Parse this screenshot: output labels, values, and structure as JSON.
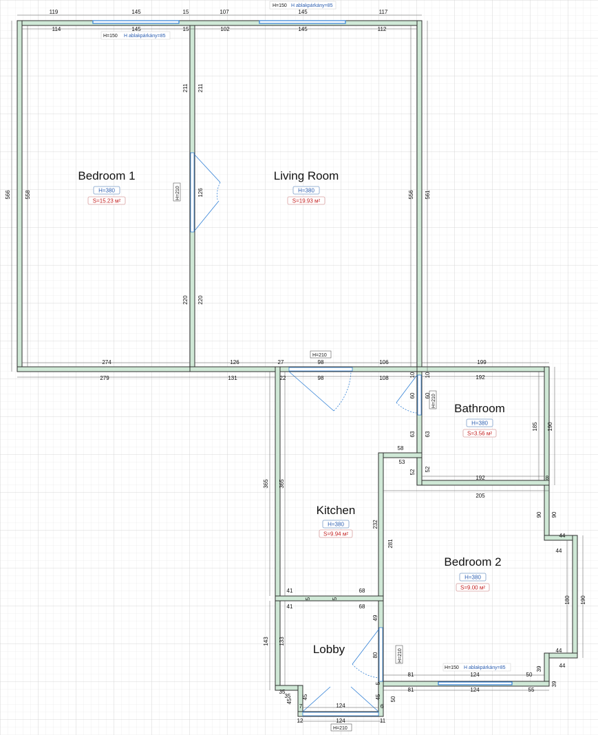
{
  "rooms": {
    "bedroom1": {
      "name": "Bedroom 1",
      "height": "H=380",
      "area": "S=15.23 м²"
    },
    "living": {
      "name": "Living Room",
      "height": "H=380",
      "area": "S=19.93 м²"
    },
    "bathroom": {
      "name": "Bathroom",
      "height": "H=380",
      "area": "S=3.56 м²"
    },
    "kitchen": {
      "name": "Kitchen",
      "height": "H=380",
      "area": "S=9.94 м²"
    },
    "bedroom2": {
      "name": "Bedroom 2",
      "height": "H=380",
      "area": "S=9.00 м²"
    },
    "lobby": {
      "name": "Lobby"
    }
  },
  "windows": {
    "top_h": "H=150",
    "top_sill": "H ablakpárkány=85",
    "bed1_h": "H=150",
    "bed1_sill": "H ablakpárkány=85",
    "bed2_h": "H=150",
    "bed2_sill": "H ablakpárkány=85"
  },
  "doors": {
    "bed1_living": "H=210",
    "living_kitchen": "H=210",
    "bathroom": "H=210",
    "bedroom2": "H=210",
    "entrance": "H=210"
  },
  "dims": {
    "top_outer": [
      "119",
      "145",
      "15",
      "107",
      "145",
      "117"
    ],
    "top_inner": [
      "114",
      "145",
      "15",
      "102",
      "145",
      "112"
    ],
    "left_outer": "566",
    "left_inner": "558",
    "partition_upper": [
      "211",
      "211"
    ],
    "partition_door": "126",
    "partition_lower": [
      "220",
      "220"
    ],
    "living_right": [
      "556",
      "561"
    ],
    "bed1_bottom_inner": "274",
    "bed1_bottom_outer": "279",
    "living_bottom": [
      "126",
      "27",
      "98",
      "106"
    ],
    "kitchen_top": [
      "131",
      "22",
      "98",
      "108"
    ],
    "bath_partition": [
      "10",
      "10"
    ],
    "bath_top": [
      "199",
      "192"
    ],
    "bath_right": [
      "185",
      "190"
    ],
    "bath_bottom": [
      "192",
      "8"
    ],
    "bath_door": [
      "60",
      "60",
      "63",
      "63"
    ],
    "bath_small": [
      "58",
      "53",
      "52",
      "52"
    ],
    "bed2_top": "205",
    "bed2_step": [
      "90",
      "90",
      "44",
      "44"
    ],
    "bed2_right": [
      "180",
      "190"
    ],
    "bed2_bottom_step": [
      "44",
      "44",
      "39",
      "39"
    ],
    "kitchen_left": [
      "365",
      "365"
    ],
    "kitchen_inner": [
      "232",
      "281"
    ],
    "kitchen_bottom": [
      "41",
      "5",
      "5",
      "68",
      "41",
      "68"
    ],
    "lobby_left": [
      "143",
      "133"
    ],
    "lobby_partition": [
      "49",
      "80"
    ],
    "lobby_bottom_small": [
      "35",
      "35",
      "45",
      "45",
      "7",
      "45",
      "5",
      "6",
      "50"
    ],
    "bed2_window_row": [
      "81",
      "124",
      "50",
      "81",
      "124",
      "55"
    ],
    "entrance_dims": [
      "124",
      "124",
      "12",
      "11"
    ]
  }
}
